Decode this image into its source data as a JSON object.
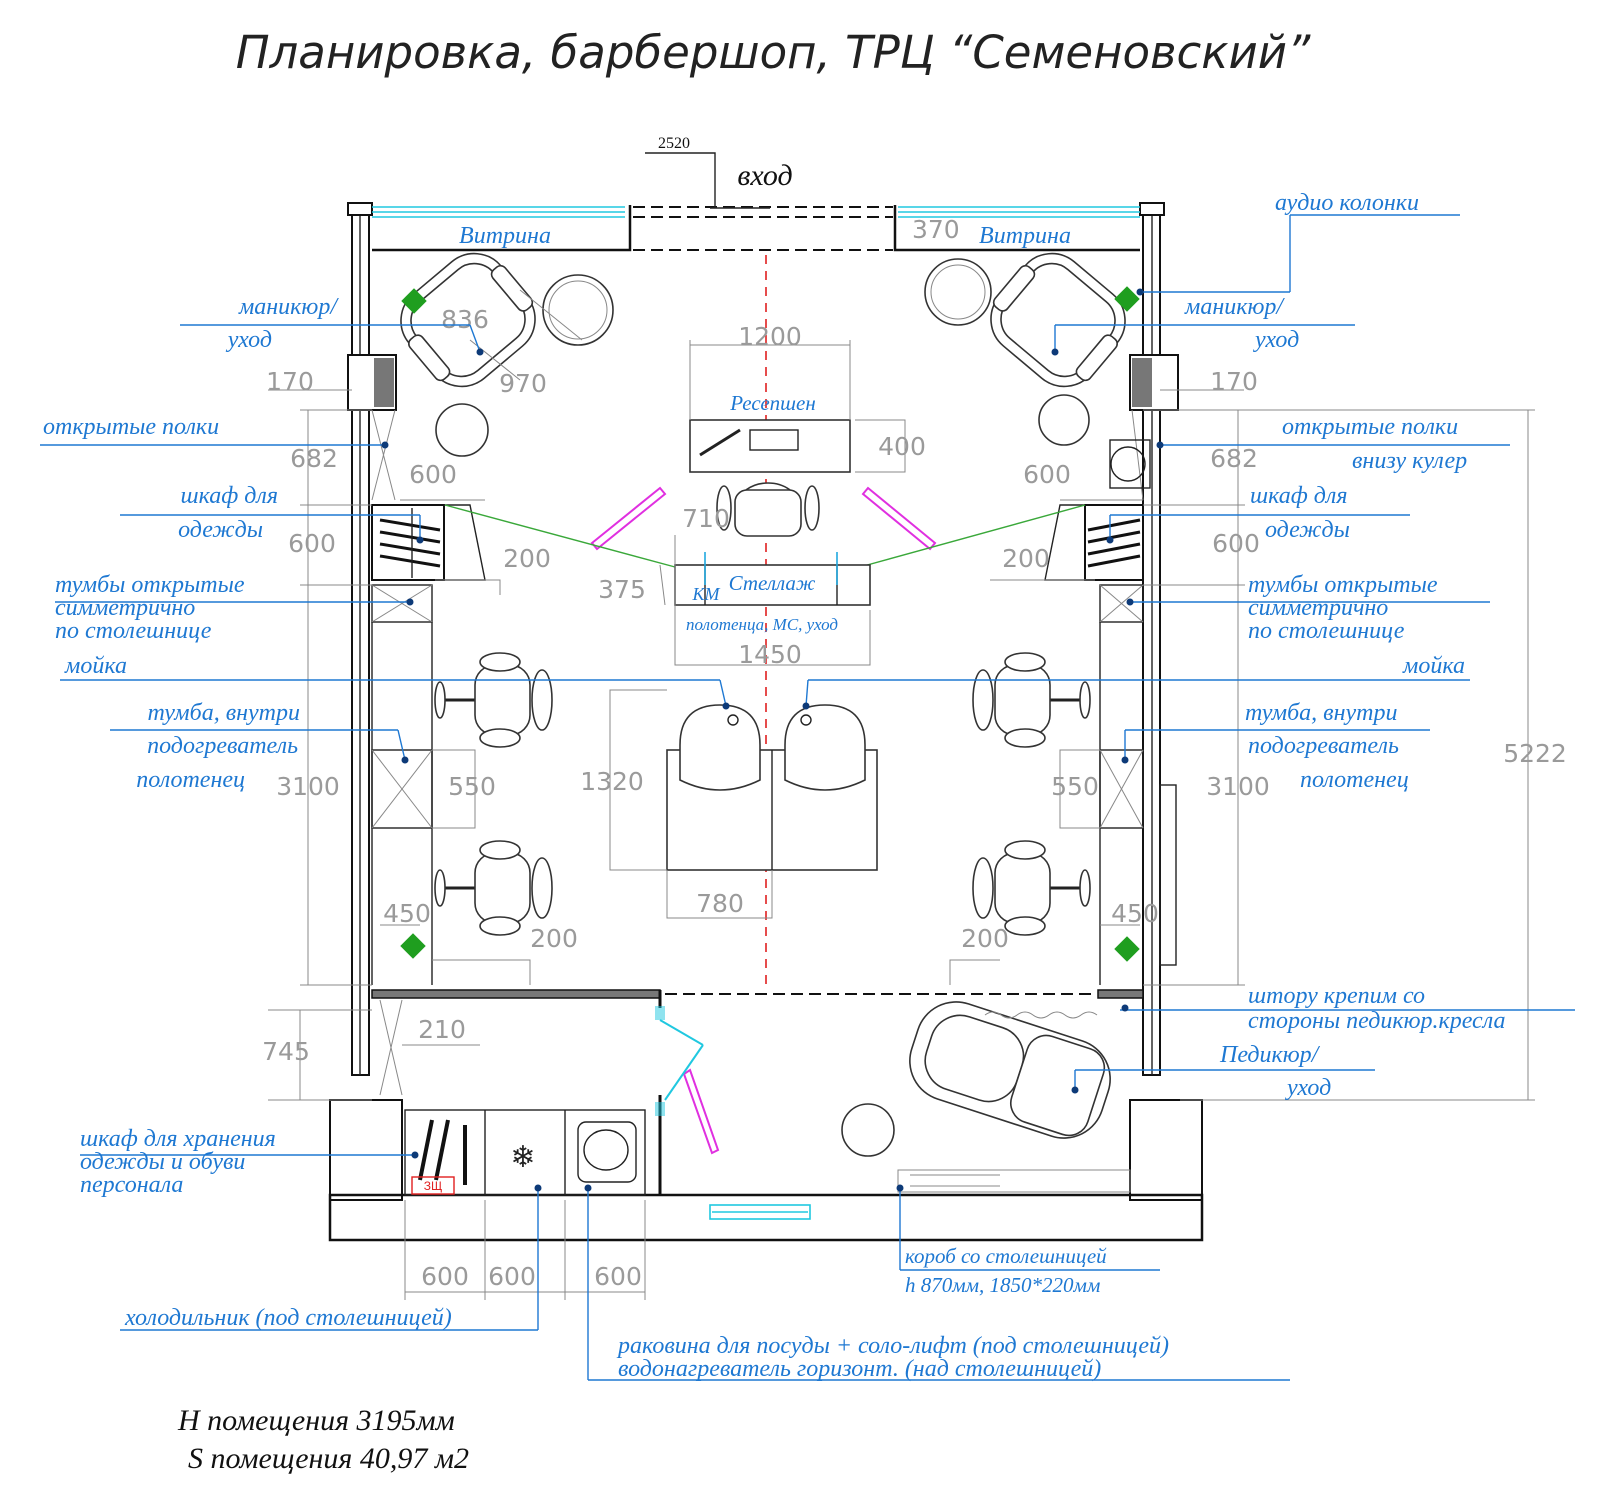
{
  "title": "Планировка, барбершоп, ТРЦ “Семеновский”",
  "entrance": {
    "label": "вход",
    "width": "2520"
  },
  "labels": {
    "vitrina_left": "Витрина",
    "vitrina_right": "Витрина",
    "audio": "аудио колонки",
    "manicure_left": [
      "маникюр/",
      "уход"
    ],
    "manicure_right": [
      "маникюр/",
      "уход"
    ],
    "open_shelves_left": "открытые полки",
    "open_shelves_right": [
      "открытые полки",
      "внизу кулер"
    ],
    "wardrobe_left": [
      "шкаф для",
      "одежды"
    ],
    "wardrobe_right": [
      "шкаф для",
      "одежды"
    ],
    "pedestals_left": [
      "тумбы открытые",
      "симметрично",
      "по столешнице"
    ],
    "pedestals_right": [
      "тумбы открытые",
      "симметрично",
      "по столешнице"
    ],
    "sink_left": "мойка",
    "sink_right": "мойка",
    "heater_left": [
      "тумба, внутри",
      "подогреватель",
      "полотенец"
    ],
    "heater_right": [
      "тумба, внутри",
      "подогреватель",
      "полотенец"
    ],
    "reception": "Ресепшен",
    "km": "КМ",
    "rack": "Стеллаж",
    "rack_sub": "полотенца, МС, уход",
    "curtain": [
      "штору крепим со",
      "стороны педикюр.кресла"
    ],
    "pedicure": [
      "Педикюр/",
      "уход"
    ],
    "staff_wardrobe": [
      "шкаф для хранения",
      "одежды и обуви",
      "персонала"
    ],
    "ztsch": "ЗЩ",
    "box": [
      "короб со столешницей",
      "h 870мм, 1850*220мм"
    ],
    "fridge": "холодильник (под столешницей)",
    "dish_sink": [
      "раковина для посуды + соло-лифт (под столешницей)",
      "водонагреватель горизонт. (над столешницей)"
    ]
  },
  "dimensions": {
    "d370": "370",
    "d836": "836",
    "d970": "970",
    "d1200": "1200",
    "d400": "400",
    "d170l": "170",
    "d170r": "170",
    "d682l": "682",
    "d682r": "682",
    "d600l": "600",
    "d600r": "600",
    "d600lv": "600",
    "d600rv": "600",
    "d710": "710",
    "d200l": "200",
    "d200r": "200",
    "d375": "375",
    "d1450": "1450",
    "d1320": "1320",
    "d3100l": "3100",
    "d3100r": "3100",
    "d550l": "550",
    "d550r": "550",
    "d780": "780",
    "d5222": "5222",
    "d450l": "450",
    "d450r": "450",
    "d200bl": "200",
    "d200br": "200",
    "d745": "745",
    "d210": "210",
    "d600a": "600",
    "d600b": "600",
    "d600c": "600"
  },
  "room": {
    "height": "H помещения 3195мм",
    "area": "S помещения 40,97 м2"
  },
  "colors": {
    "label": "#1e78d2",
    "title": "#222222",
    "dimension": "#9a9a9a",
    "plant": "#1f9e1f",
    "monitor": "#e030e0",
    "axis": "#e02020",
    "glass": "#20c8e0",
    "green_line": "#3aa83a"
  }
}
